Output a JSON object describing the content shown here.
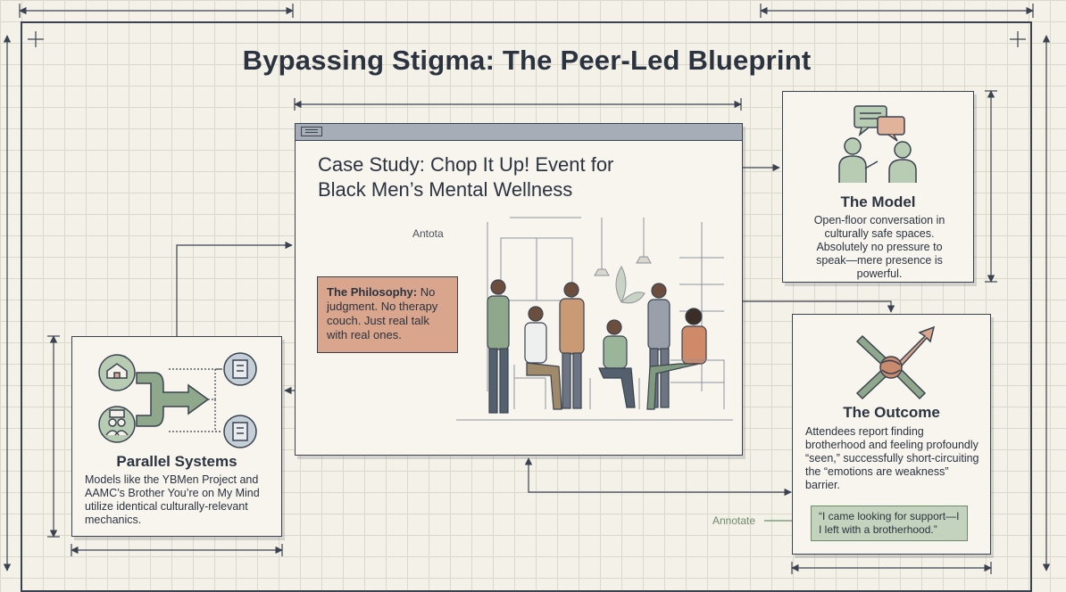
{
  "title": "Bypassing Stigma: The Peer-Led Blueprint",
  "case_study": {
    "title_line1": "Case Study: Chop It Up! Event for",
    "title_line2": "Black Men’s Mental Wellness",
    "annotation": "Antota",
    "philosophy_label": "The Philosophy:",
    "philosophy_text": " No judgment. No therapy couch. Just real talk with real ones."
  },
  "model": {
    "title": "The Model",
    "text": "Open-floor conversation in culturally safe spaces. Absolutely no pressure to speak—mere presence is powerful."
  },
  "outcome": {
    "title": "The Outcome",
    "text": "Attendees report finding brotherhood and feeling profoundly “seen,” successfully short-circuiting the “emotions are weakness” barrier.",
    "quote": "“I came looking for support—I I left with a brotherhood.”",
    "annotation": "Annotate"
  },
  "parallel": {
    "title": "Parallel Systems",
    "text": "Models like the YBMen Project and AAMC’s Brother You’re on My Mind utilize identical culturally-relevant mechanics."
  },
  "colors": {
    "ink": "#2b3340",
    "sage": "#8fa88b",
    "terracotta": "#d9a58c",
    "paper": "#f4f1e8"
  }
}
